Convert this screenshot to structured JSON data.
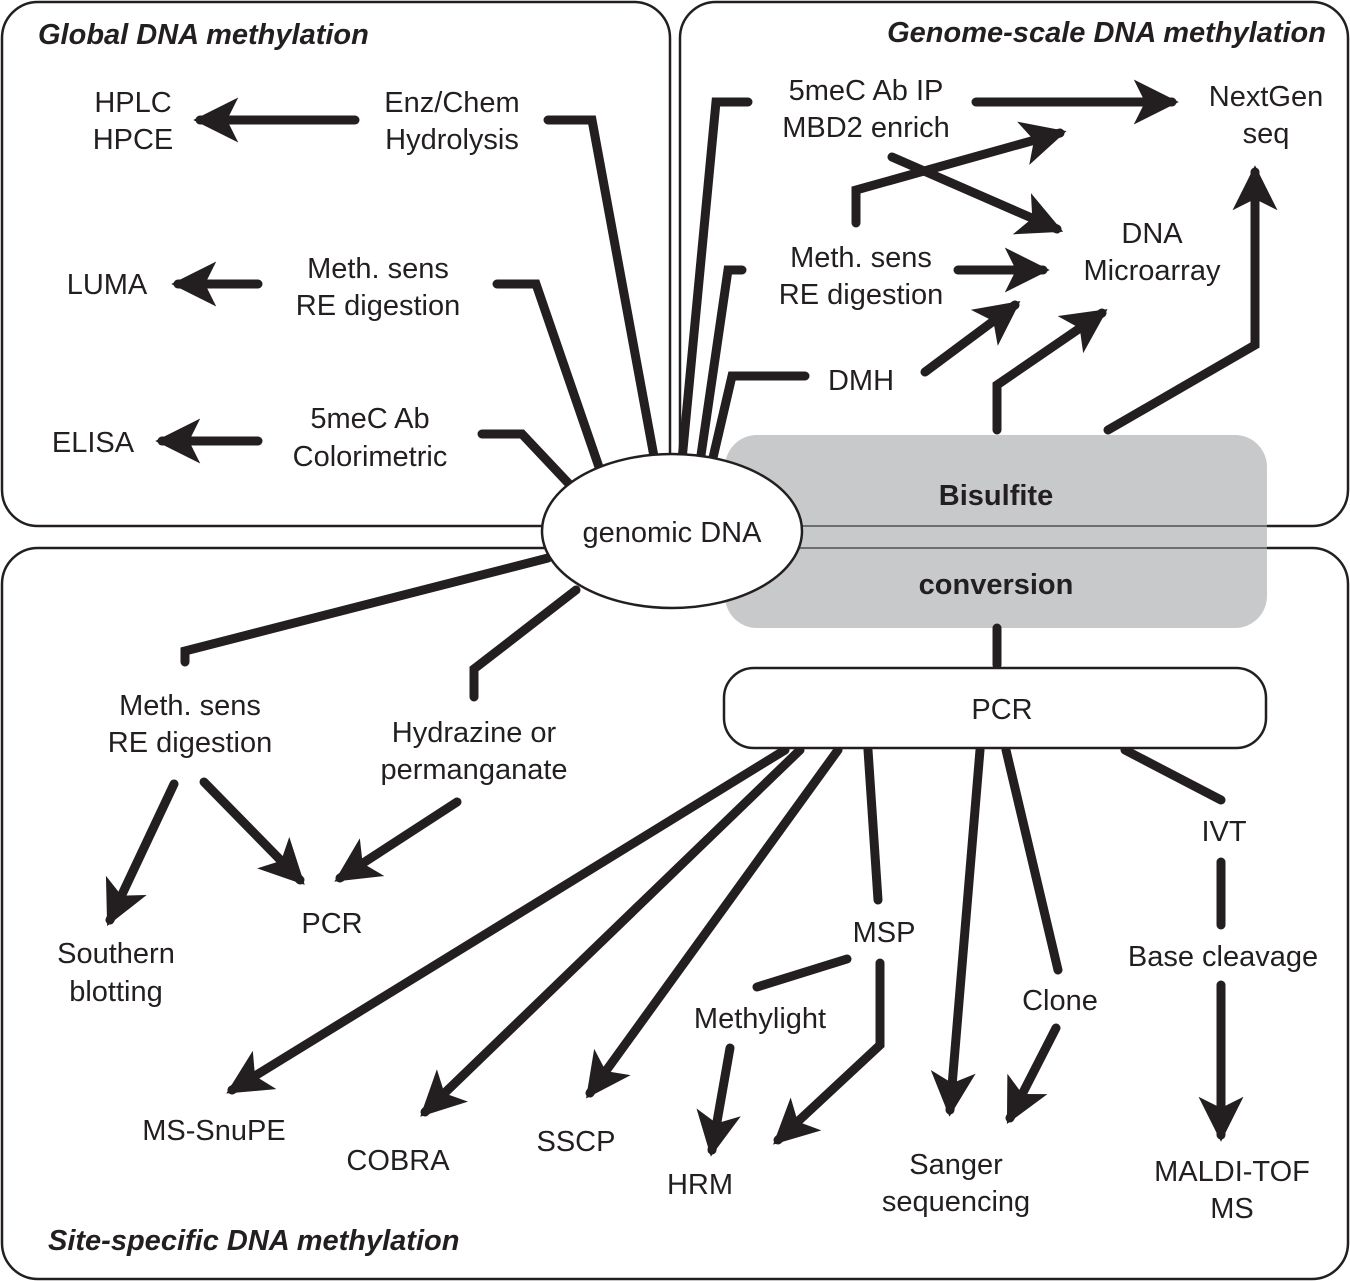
{
  "colors": {
    "ink": "#231f20",
    "bisulfite_fill": "#c8c9cb",
    "background": "#ffffff"
  },
  "panels": {
    "global": {
      "title": "Global DNA methylation"
    },
    "genome": {
      "title": "Genome-scale DNA methylation"
    },
    "site": {
      "title": "Site-specific DNA methylation"
    }
  },
  "center": {
    "genomic_dna": "genomic DNA",
    "bisulfite": [
      "Bisulfite",
      "conversion"
    ],
    "pcr": "PCR"
  },
  "global_nodes": {
    "enz_chem": [
      "Enz/Chem",
      "Hydrolysis"
    ],
    "hplc": [
      "HPLC",
      "HPCE"
    ],
    "meth_sens": [
      "Meth. sens",
      "RE digestion"
    ],
    "luma": "LUMA",
    "ab_color": [
      "5meC Ab",
      "Colorimetric"
    ],
    "elisa": "ELISA"
  },
  "genome_nodes": {
    "ab_ip": [
      "5meC Ab IP",
      "MBD2 enrich"
    ],
    "nextgen": [
      "NextGen",
      "seq"
    ],
    "meth_sens": [
      "Meth. sens",
      "RE digestion"
    ],
    "microarray": [
      "DNA",
      "Microarray"
    ],
    "dmh": "DMH"
  },
  "site_nodes": {
    "meth_sens": [
      "Meth. sens",
      "RE digestion"
    ],
    "hydrazine": [
      "Hydrazine or",
      "permanganate"
    ],
    "southern": [
      "Southern",
      "blotting"
    ],
    "pcr": "PCR",
    "ms_snupe": "MS-SnuPE",
    "cobra": "COBRA",
    "sscp": "SSCP",
    "msp": "MSP",
    "methylight": "Methylight",
    "hrm": "HRM",
    "sanger": [
      "Sanger",
      "sequencing"
    ],
    "clone": "Clone",
    "ivt": "IVT",
    "base_cleavage": "Base cleavage",
    "maldi": [
      "MALDI-TOF",
      "MS"
    ]
  }
}
